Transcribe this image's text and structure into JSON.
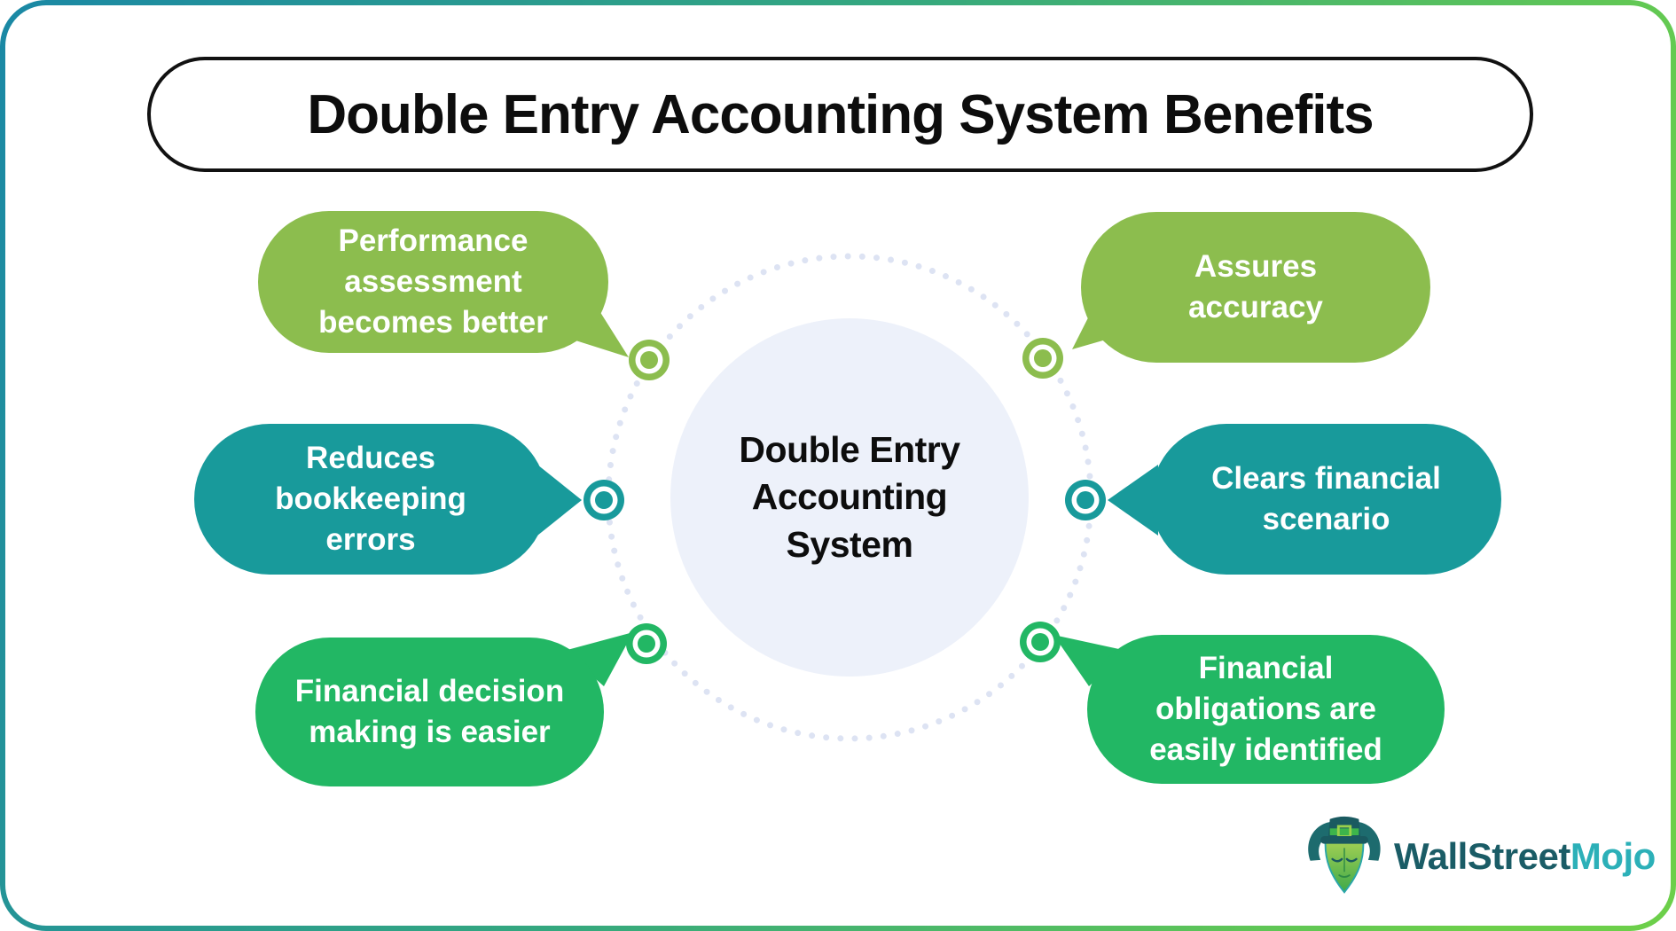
{
  "title": "Double Entry Accounting System Benefits",
  "center": {
    "label": "Double Entry\nAccounting\nSystem"
  },
  "bubbles": [
    {
      "id": "performance-assessment",
      "label": "Performance\nassessment\nbecomes better",
      "color": "#8cbd4e",
      "position": "top-left"
    },
    {
      "id": "reduces-bookkeeping-errors",
      "label": "Reduces\nbookkeeping\nerrors",
      "color": "#189a9b",
      "position": "middle-left"
    },
    {
      "id": "financial-decision-making",
      "label": "Financial decision\nmaking is easier",
      "color": "#22b764",
      "position": "bottom-left"
    },
    {
      "id": "assures-accuracy",
      "label": "Assures\naccuracy",
      "color": "#8cbd4e",
      "position": "top-right"
    },
    {
      "id": "clears-financial-scenario",
      "label": "Clears financial\nscenario",
      "color": "#189a9b",
      "position": "middle-right"
    },
    {
      "id": "financial-obligations",
      "label": "Financial\nobligations are\neasily identified",
      "color": "#22b764",
      "position": "bottom-right"
    }
  ],
  "logo": {
    "part1": "WallStreet",
    "part2": "Mojo"
  },
  "colors": {
    "olive": "#8cbd4e",
    "teal": "#189a9b",
    "green": "#22b764",
    "center_circle_fill": "#edf1fa",
    "dotted_ring": "#dde3f3",
    "title_text": "#0d0d0d",
    "bubble_text": "#ffffff",
    "frame_gradient_start": "#1a88a5",
    "frame_gradient_end": "#6ccf4a",
    "logo_dark": "#1a5c66",
    "logo_accent": "#2cb0b8"
  }
}
